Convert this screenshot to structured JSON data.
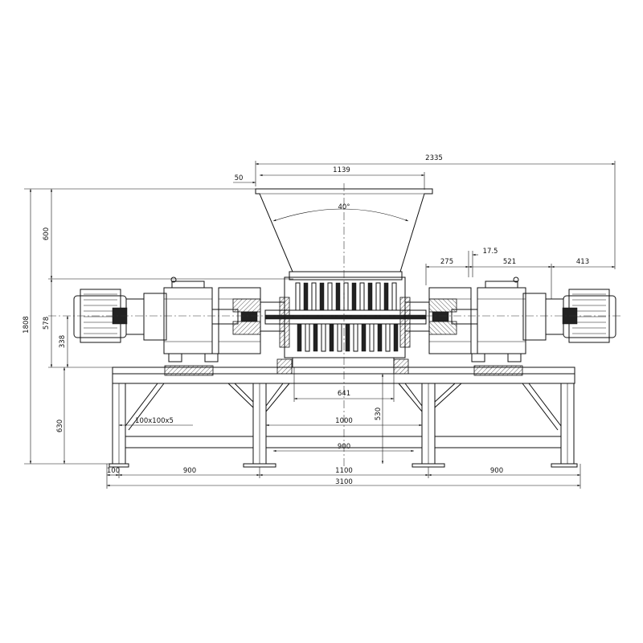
{
  "drawing": {
    "dimensions": {
      "overall_hopper_width": "2335",
      "hopper_top_width": "1139",
      "hopper_offset": "50",
      "hopper_angle": "40°",
      "hopper_height": "600",
      "overall_height": "1808",
      "machine_height": "578",
      "shaft_height": "338",
      "frame_height": "630",
      "right_gap_small": "17.5",
      "right_span_1": "275",
      "right_span_2": "521",
      "right_span_3": "413",
      "chamber_width": "641",
      "frame_inner_height": "530",
      "frame_span_1000": "1000",
      "frame_span_900_mid": "900",
      "tube_profile": "100x100x5",
      "foot_width": "100",
      "base_left": "900",
      "base_mid": "1100",
      "base_right": "900",
      "overall_length": "3100"
    }
  }
}
